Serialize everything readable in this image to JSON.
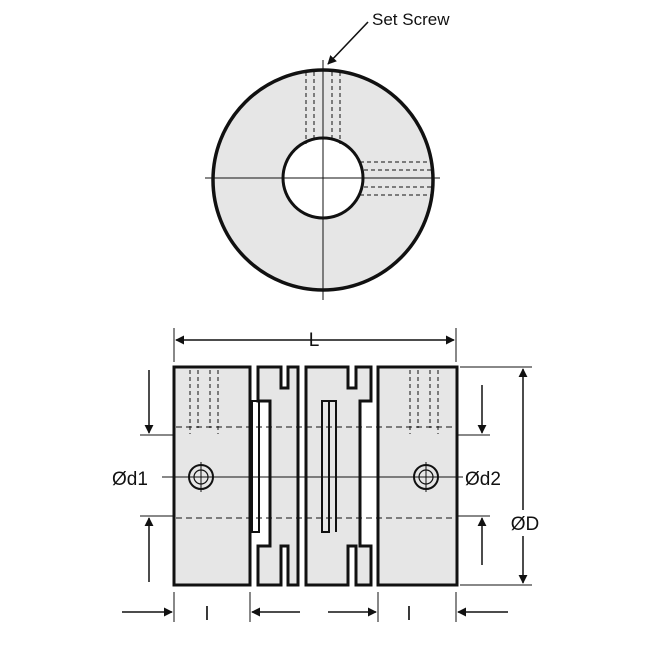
{
  "labels": {
    "set_screw": "Set Screw",
    "length": "L",
    "bore_1": "Ød1",
    "bore_2": "Ød2",
    "outer_diameter": "ØD",
    "hub_length_left": "l",
    "hub_length_right": "l"
  },
  "colors": {
    "body_fill": "#e6e6e6",
    "outline": "#111111",
    "background": "#ffffff"
  }
}
